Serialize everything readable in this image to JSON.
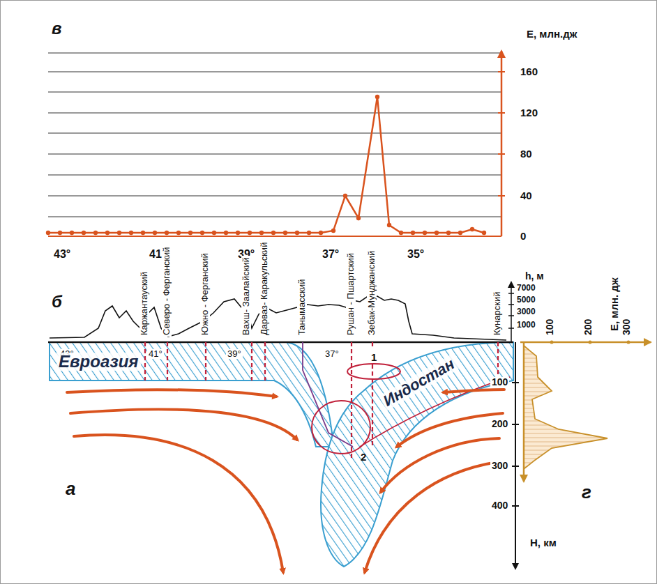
{
  "diagram": {
    "labels": [
      "в",
      "E, млн.дж",
      "160",
      "120",
      "80",
      "40",
      "0",
      "43°",
      "41°",
      "39°",
      "37°",
      "35°",
      "Каржантауский",
      "Северо - Ферганский",
      "Южно - Ферганский",
      "Вахш- Заалайский",
      "Дарваз- Каракульский",
      "Танымасский",
      "Рушан - Пшартский",
      "Зебак-Мунджанский",
      "Кунарский",
      "б",
      "h, м",
      "7000",
      "5000",
      "3000",
      "1000",
      "43°",
      "41°",
      "39°",
      "37°",
      "Евроазия",
      "Индостан",
      "1",
      "2",
      "100",
      "200",
      "300",
      "400",
      "H, км",
      "а",
      "E, млн. дж",
      "100",
      "200",
      "300",
      "г"
    ]
  }
}
